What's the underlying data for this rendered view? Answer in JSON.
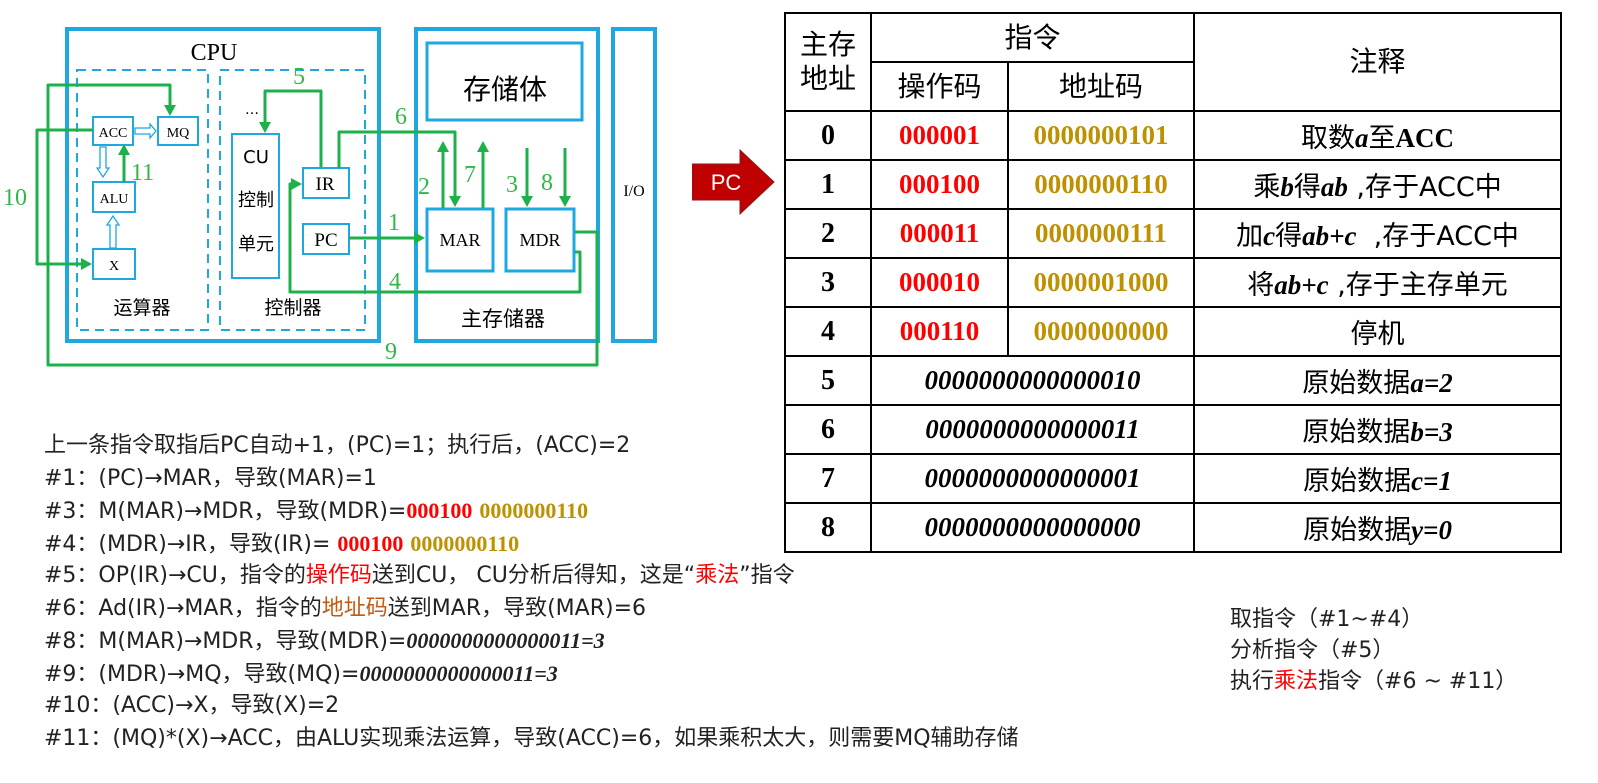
{
  "diagram": {
    "cpu_title": "CPU",
    "alu_unit_label": "运算器",
    "control_unit_label": "控制器",
    "memory_label": "主存储器",
    "storage_body_label": "存储体",
    "io_label": "I/O",
    "acc": "ACC",
    "mq": "MQ",
    "alu": "ALU",
    "x": "X",
    "cu_lines": [
      "CU",
      "控制",
      "单元"
    ],
    "cu_dots": "…",
    "ir": "IR",
    "pc": "PC",
    "mar": "MAR",
    "mdr": "MDR",
    "step_numbers": [
      "1",
      "2",
      "3",
      "4",
      "5",
      "6",
      "7",
      "8",
      "9",
      "10",
      "11"
    ],
    "colors": {
      "frame": "#1fa7e0",
      "path": "#1db14b",
      "path_label": "#33b54a"
    }
  },
  "pc_pointer": {
    "label": "PC",
    "color": "#c00000"
  },
  "table": {
    "headers": {
      "address": [
        "主存",
        "地址"
      ],
      "instruction": "指令",
      "opcode": "操作码",
      "address_code": "地址码",
      "comment": "注释"
    },
    "rows": [
      {
        "addr": "0",
        "opcode": "000001",
        "address_code": "0000000101",
        "comment": [
          "取数",
          "a",
          "至",
          "ACC",
          ""
        ]
      },
      {
        "addr": "1",
        "opcode": "000100",
        "address_code": "0000000110",
        "comment": [
          "乘",
          "b",
          "得",
          "ab",
          " ,存于ACC中"
        ]
      },
      {
        "addr": "2",
        "opcode": "000011",
        "address_code": "0000000111",
        "comment": [
          "加",
          "c",
          "得",
          "ab+c",
          "  ,存于ACC中"
        ]
      },
      {
        "addr": "3",
        "opcode": "000010",
        "address_code": "0000001000",
        "comment": [
          "将",
          "",
          "",
          "ab+c",
          " ,存于主存单元"
        ]
      },
      {
        "addr": "4",
        "opcode": "000110",
        "address_code": "0000000000",
        "comment": [
          "停机",
          "",
          "",
          "",
          ""
        ]
      }
    ],
    "data_rows": [
      {
        "addr": "5",
        "value": "0000000000000010",
        "comment_text": "原始数据",
        "comment_var": "a=2"
      },
      {
        "addr": "6",
        "value": "0000000000000011",
        "comment_text": "原始数据",
        "comment_var": "b=3"
      },
      {
        "addr": "7",
        "value": "0000000000000001",
        "comment_text": "原始数据",
        "comment_var": "c=1"
      },
      {
        "addr": "8",
        "value": "0000000000000000",
        "comment_text": "原始数据",
        "comment_var": "y=0"
      }
    ]
  },
  "steps": {
    "intro": "上一条指令取指后PC自动+1，(PC)=1；执行后，(ACC)=2",
    "s1": "#1：(PC)→MAR，导致(MAR)=1",
    "s3_prefix": "#3：M(MAR)→MDR，导致(MDR)=",
    "s3_op": "000100",
    "s3_ad": "0000000110",
    "s4_prefix": "#4：(MDR)→IR，导致(IR)= ",
    "s4_op": "000100",
    "s4_ad": "0000000110",
    "s5_a": "#5：OP(IR)→CU，指令的",
    "s5_b": "操作码",
    "s5_c": "送到CU， CU分析后得知，这是“",
    "s5_d": "乘法",
    "s5_e": "”指令",
    "s6_a": "#6：Ad(IR)→MAR，指令的",
    "s6_b": "地址码",
    "s6_c": "送到MAR，导致(MAR)=6",
    "s8_prefix": "#8：M(MAR)→MDR，导致(MDR)=",
    "s8_val": "0000000000000011=3",
    "s9_prefix": "#9：(MDR)→MQ，导致(MQ)=",
    "s9_val": "0000000000000011=3",
    "s10": "#10：(ACC)→X，导致(X)=2",
    "s11": "#11：(MQ)*(X)→ACC，由ALU实现乘法运算，导致(ACC)=6，如果乘积太大，则需要MQ辅助存储"
  },
  "summary": {
    "fetch": "取指令（#1~#4）",
    "analyze": "分析指令（#5）",
    "exec_a": "执行",
    "exec_b": "乘法",
    "exec_c": "指令（#6 ~ #11）"
  }
}
